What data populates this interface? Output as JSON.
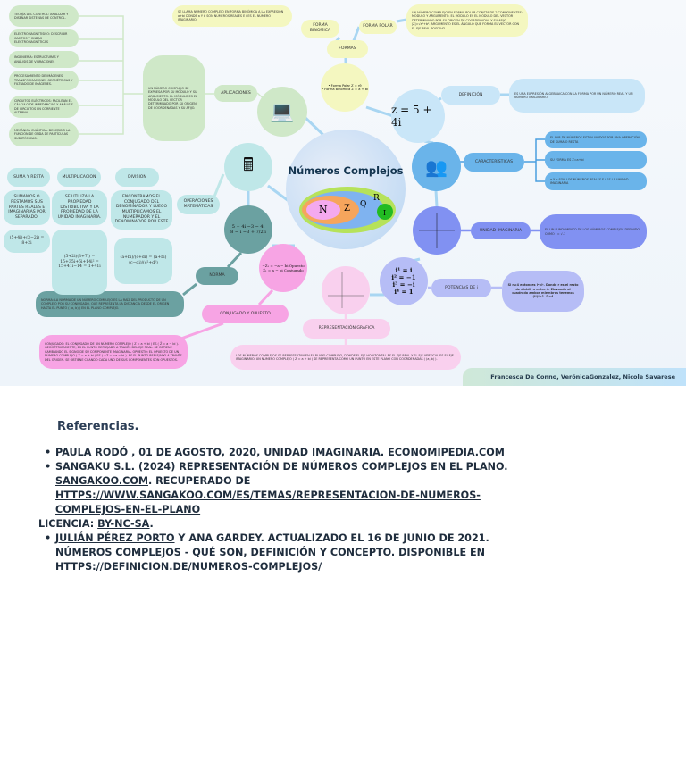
{
  "center": {
    "title": "Números Complejos",
    "sets": [
      "N",
      "Z",
      "Q",
      "R",
      "I"
    ]
  },
  "aplicaciones": {
    "label": "APLICACIONES",
    "items": [
      "TEORÍA DEL CONTROL: ANALIZAR Y DISEÑAR SISTEMAS DE CONTROL.",
      "ELECTROMAGNETISMO: DESCRIBIR CAMPOS Y ONDAS ELECTROMAGNÉTICAS",
      "INGENIERÍA: ESTRUCTURAS Y ANÁLISIS DE VIBRACIONES",
      "PROCESAMIENTO DE IMÁGENES: TRANSFORMACIONES GEOMÉTRICAS Y FILTRADO DE IMÁGENES.",
      "CIRCUITOS ELÉCTRICOS: FACILITAN EL CÁLCULO DE IMPEDANCIAS Y ANÁLISIS DE CIRCUITOS EN CORRIENTE ALTERNA.",
      "MECÁNICA CUÁNTICA: DESCRIBIR LA FUNCIÓN DE ONDA DE PARTÍCULAS SUBATÓMICAS."
    ],
    "detail": "UN NÚMERO COMPLEJO SE EXPRESA POR SU MÓDULO Y SU ARGUMENTO. EL MÓDULO ES EL MÓDULO DEL VECTOR DETERMINADO POR SU ORIGEN DE COORDENADAS Y SU AFIJO."
  },
  "formas": {
    "label": "FORMAS",
    "binomica_label": "FORMA BINOMICA",
    "polar_label": "FORMA POLAR",
    "binomica_text": "SE LLAMA NÚMERO COMPLEJO EN FORMA BINÓMICA A LA EXPRESIÓN a+bi DONDE a Y b SON NÚMEROS REALES E i ES EL NÚMERO IMAGINARIO.",
    "polar_text": "UN NÚMERO COMPLEJO EN FORMA POLAR CONSTA DE 2 COMPONENTES: MÓDULO Y ARGUMENTO. EL MÓDULO ES EL MÓDULO DEL VECTOR DETERMINADO POR SU ORIGEN DE COORDENADAS Y SU AFIJO |Z|=√a²+b². ARGUMENTO ES EL ÁNGULO QUE FORMA EL VECTOR CON EL EJE REAL POSITIVO.",
    "circle_lines": [
      "• Forma Polar   Z = rθ",
      "• Forma Binómica   Z = a + bi"
    ]
  },
  "definicion": {
    "label": "DEFINICIÓN",
    "formula": "z = 5 + 4i",
    "text": "ES UNA EXPRESIÓN ALGEBRAICA CON LA FORMA POR UN NÚMERO REAL Y UN NÚMERO IMAGINARIO."
  },
  "caracteristicas": {
    "label": "CARACTERÍSTICAS",
    "items": [
      "EL PAR DE NÚMEROS ESTÁN UNIDOS POR UNA OPERACIÓN DE SUMA O RESTA",
      "SU FORMA ES Z=a+bi",
      "a Y b SON LOS NÚMEROS REALES E i ES LA UNIDAD IMAGINARIA"
    ]
  },
  "unidad_imaginaria": {
    "label": "UNIDAD IMAGINARIA",
    "text": "ES UN FUNDAMENTO DE LOS NÚMEROS COMPLEJOS DEFINIDO COMO i = √-1"
  },
  "potencias": {
    "label": "POTENCIAS DE i",
    "formulas": [
      "i¹ = i",
      "i² = −1",
      "i³ = −i",
      "i⁴ = 1"
    ],
    "text": "Si n≥4 entonces iⁿ=iʳ. Donde r es el resto de dividir n entre 4. Elevando al cuadrado ambos miembros tenemos (i²)²=1. D=4"
  },
  "representacion": {
    "label": "REPRESENTACIÓN GRÁFICA",
    "text": "LOS NÚMEROS COMPLEJOS SE REPRESENTAN EN EL PLANO COMPLEJO, DONDE EL EJE HORIZONTAL ES EL EJE REAL Y EL EJE VERTICAL ES EL EJE IMAGINARIO. UN NÚMERO COMPLEJO ( Z = a + bi ) SE REPRESENTA COMO UN PUNTO EN ESTE PLANO CON COORDENADAS ( (a, b) )."
  },
  "conjugado": {
    "label": "CONJUGADO Y OPUESTO",
    "formulas": [
      "−Z₁ = −a − bi  Opuesto",
      "Z̄₁ = a − bi  Conjugado"
    ],
    "text": "CONJUGADO: EL CONJUGADO DE UN NÚMERO COMPLEJO ( Z = a + bi ) ES ( Z̄ = a − bi ). GEOMÉTRICAMENTE, ES EL PUNTO REFLEJADO A TRAVÉS DEL EJE REAL. SE OBTIENE CAMBIANDO EL SIGNO DE SU COMPONENTE IMAGINARIA. OPUESTO: EL OPUESTO DE UN NÚMERO COMPLEJO ( Z = a + bi ) ES ( −Z = −a − bi ). ES EL PUNTO REFLEJADO A TRAVÉS DEL ORIGEN. SE OBTIENE CUANDO CADA UNO DE SUS COMPONENTES SON OPUESTOS."
  },
  "norma": {
    "label": "NORMA",
    "formulas": [
      "5 + 4i   −3 − 4i",
      "8 − i   −3 + 7/2 i"
    ],
    "text": "NORMA: LA NORMA DE UN NÚMERO COMPLEJO ES LA RAÍZ DEL PRODUCTO DE UN COMPLEJO POR SU CONJUGADO, QUE REPRESENTA LA DISTANCIA DESDE EL ORIGEN HASTA EL PUNTO ( (a, b) ) EN EL PLANO COMPLEJO."
  },
  "operaciones": {
    "label": "OPERACIONES MATEMÁTICAS",
    "columns": [
      {
        "header": "SUMA Y RESTA",
        "body": "SUMAMOS O RESTAMOS SUS PARTES REALES E IMAGINARIAS POR SEPARADO.",
        "formula": "(5+4i)+(3−2i) = 8+2i"
      },
      {
        "header": "MULTIPLICACION",
        "body": "SE UTILIZA LA PROPIEDAD DISTRIBUTIVA Y LA PROPIEDAD DE LA UNIDAD IMAGINARIA.",
        "formula": "(5+2i)(3+7i) = 15+35i+6i+14i² = 15+41i−14 = 1+41i"
      },
      {
        "header": "DIVISION",
        "body": "ENCONTRAMOS EL CONJUGADO DEL DENOMINADOR Y LUEGO MULTIPLICAMOS EL NUMERADOR Y EL DENOMINADOR POR ESTE",
        "formula": "(a+bi)/(c+di) = (a+bi)(c−di)/(c²+d²)"
      }
    ]
  },
  "credits": "Francesca De Conno, VerónicaGonzalez, Nicole Savarese",
  "references": {
    "heading": "Referencias.",
    "items": [
      {
        "text": "PAULA RODÓ , 01 DE AGOSTO, 2020, UNIDAD IMAGINARIA. ECONOMIPEDIA.COM"
      },
      {
        "pre": "SANGAKU S.L. (2024) REPRESENTACIÓN DE NÚMEROS COMPLEJOS EN EL PLANO. ",
        "link1": "SANGAKOO.COM",
        "mid": ". RECUPERADO DE ",
        "link2": "HTTPS://WWW.SANGAKOO.COM/ES/TEMAS/REPRESENTACION-DE-NUMEROS-COMPLEJOS-EN-EL-PLANO"
      },
      {
        "pre": "",
        "link1": "JULIÁN PÉREZ PORTO",
        "rest": " Y ANA GARDEY. ACTUALIZADO EL 16 DE JUNIO DE 2021. NÚMEROS COMPLEJOS - QUÉ SON, DEFINICIÓN Y CONCEPTO. DISPONIBLE EN HTTPS://DEFINICION.DE/NUMEROS-COMPLEJOS/"
      }
    ],
    "license_label": "LICENCIA: ",
    "license_link": "BY-NC-SA",
    "license_end": "."
  }
}
